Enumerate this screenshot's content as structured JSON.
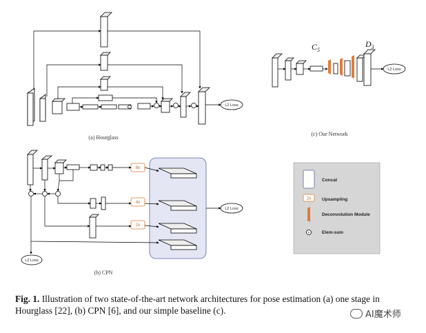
{
  "panels": {
    "hourglass": {
      "label": "(a) Hourglass",
      "loss": "L2 Loss"
    },
    "cpn": {
      "label": "(b) CPN",
      "loss_main": "L2 Loss",
      "loss_side": "L2 Loss",
      "upsample": [
        "8x",
        "4x",
        "2x"
      ]
    },
    "ours": {
      "label": "(c) Our Network",
      "c_label": "C",
      "c_sub": "5",
      "d_label": "D",
      "d_sub": "3",
      "loss": "L2 Loss"
    }
  },
  "legend": {
    "concat": "Concat",
    "upsample_tag": "2x",
    "upsampling": "Upsampling",
    "deconv": "Deconvolution Module",
    "elemsum": "Elem-sum"
  },
  "caption": {
    "bold": "Fig. 1.",
    "text": " Illustration of two state-of-the-art network architectures for pose estimation (a) one stage in Hourglass [22], (b) CPN [6], and our simple baseline (c)."
  },
  "watermark": "AI魔术师",
  "colors": {
    "accent": "#e07b39",
    "panel": "#e4e6f4",
    "legend_bg": "#d6d6d6"
  }
}
